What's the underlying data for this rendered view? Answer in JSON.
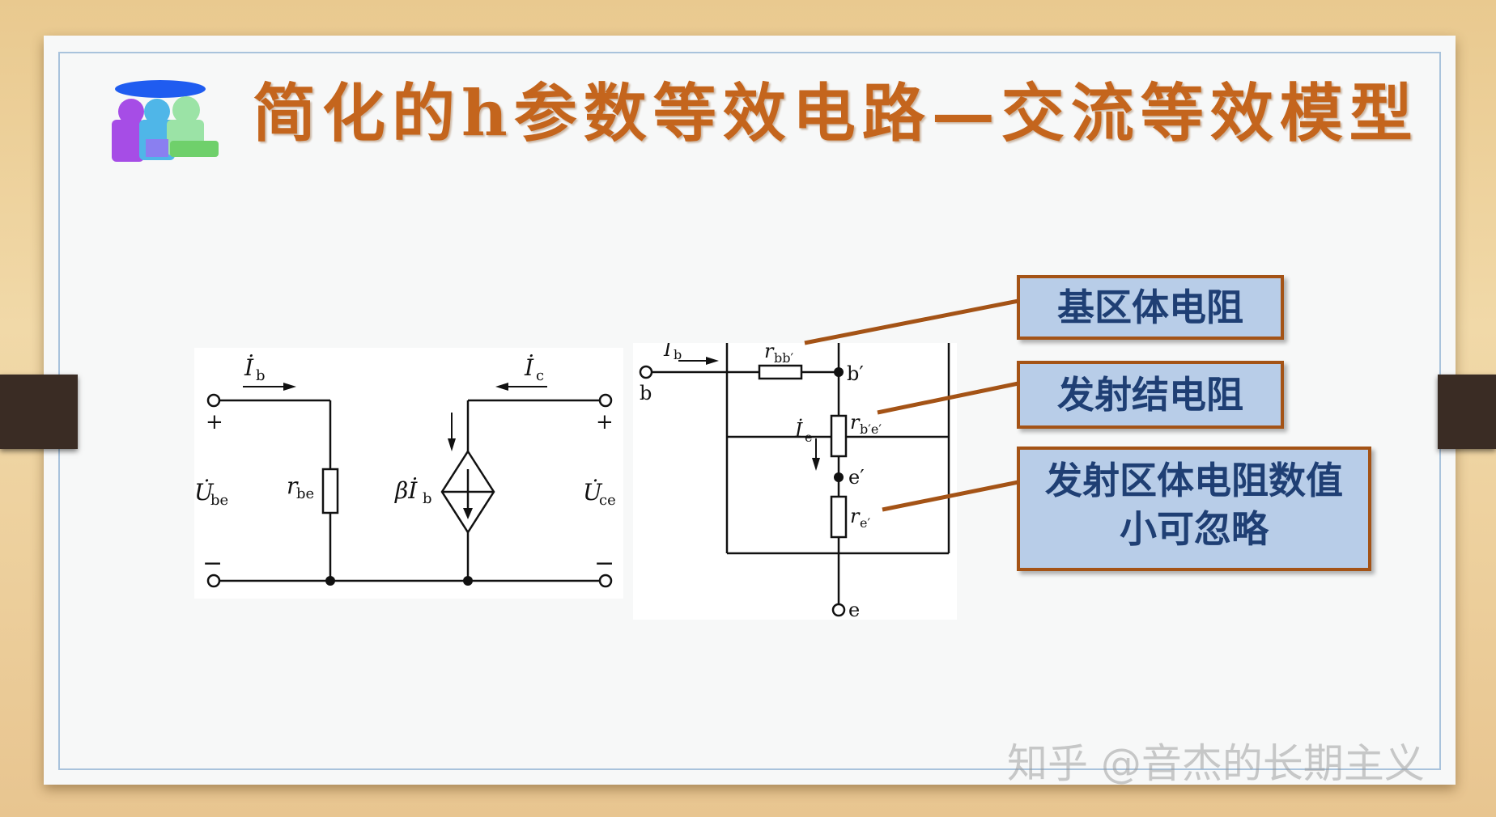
{
  "slide": {
    "title": "简化的h参数等效电路—交流等效模型",
    "callouts": [
      "基区体电阻",
      "发射结电阻",
      "发射区体电阻数值小可忽略"
    ],
    "watermark": "知乎 @音杰的长期主义"
  },
  "left_circuit": {
    "ib": "İ",
    "ib_sub": "b",
    "ic": "İ",
    "ic_sub": "c",
    "ube": "U̇",
    "ube_sub": "be",
    "uce": "U̇",
    "uce_sub": "ce",
    "rbe": "r",
    "rbe_sub": "be",
    "beta_ib": "βİ",
    "beta_ib_sub": "b",
    "plus": "+",
    "minus": "−"
  },
  "right_circuit": {
    "ib": "İ",
    "ib_sub": "b",
    "b": "b",
    "bprime": "b′",
    "rbb": "r",
    "rbb_sub": "bb′",
    "ie": "İ",
    "ie_sub": "e",
    "rbe": "r",
    "rbe_sub": "b′e′",
    "eprime": "e′",
    "re": "r",
    "re_sub": "e′",
    "e": "e"
  }
}
